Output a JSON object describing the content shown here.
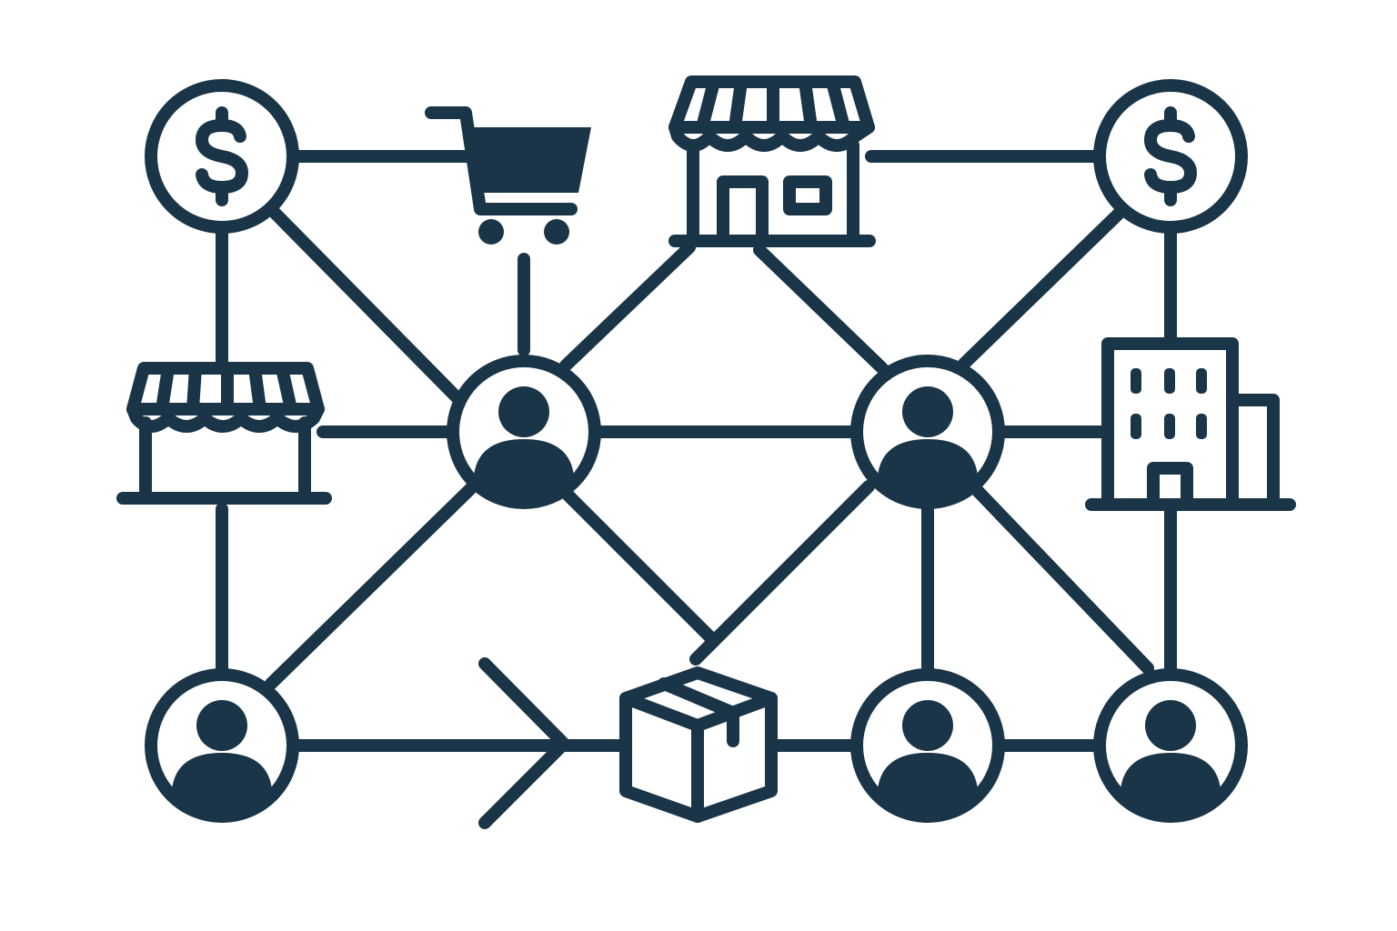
{
  "diagram": {
    "stroke_color": "#1a3548",
    "background_color": "#ffffff",
    "nodes": [
      {
        "id": "dollar-left",
        "icon": "dollar-coin-icon"
      },
      {
        "id": "cart",
        "icon": "shopping-cart-icon"
      },
      {
        "id": "store-top",
        "icon": "storefront-icon"
      },
      {
        "id": "dollar-right",
        "icon": "dollar-coin-icon"
      },
      {
        "id": "store-left",
        "icon": "market-stall-icon"
      },
      {
        "id": "user-center-left",
        "icon": "user-icon"
      },
      {
        "id": "user-center-right",
        "icon": "user-icon"
      },
      {
        "id": "building",
        "icon": "office-building-icon"
      },
      {
        "id": "user-bottom-left",
        "icon": "user-icon"
      },
      {
        "id": "arrow",
        "icon": "arrow-right-icon"
      },
      {
        "id": "package",
        "icon": "package-box-icon"
      },
      {
        "id": "user-bottom-mid",
        "icon": "user-icon"
      },
      {
        "id": "user-bottom-right",
        "icon": "user-icon"
      }
    ]
  }
}
